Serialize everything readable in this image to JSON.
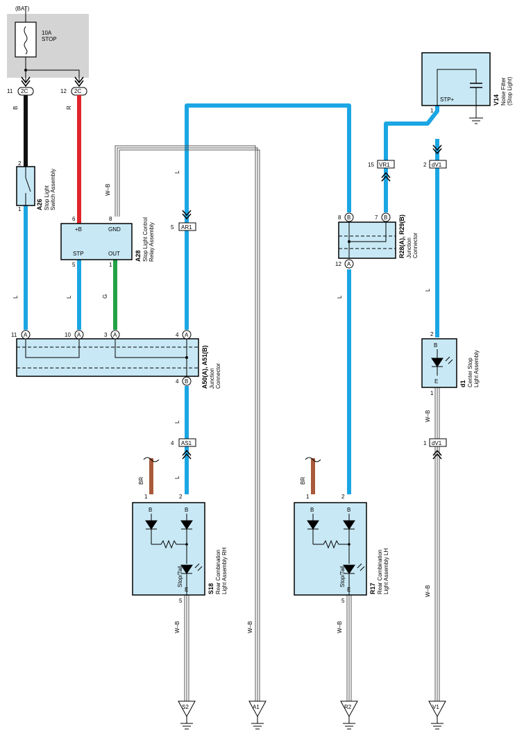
{
  "power": {
    "source": "(BAT)",
    "fuse_rating": "10A",
    "fuse_name": "STOP"
  },
  "wire_colors": {
    "L": "#1ba6e3",
    "B": "#111111",
    "R": "#e0242b",
    "G": "#22a246",
    "BR": "#a85a3a",
    "WB": "#555555",
    "component_fill": "#c8e8f5",
    "fuse_panel": "#d4d4d4"
  },
  "wire_labels": {
    "L": "L",
    "B": "B",
    "R": "R",
    "G": "G",
    "BR": "BR",
    "WB": "W–B"
  },
  "fuse_pins": [
    {
      "num": "11",
      "code": "2C"
    },
    {
      "num": "12",
      "code": "2C"
    }
  ],
  "a26": {
    "id": "A26",
    "name1": "Stop Light",
    "name2": "Switch Assembly",
    "pin_top": "2",
    "pin_bottom": "1"
  },
  "a28": {
    "id": "A28",
    "name1": "Stop Light Control",
    "name2": "Relay Assembly",
    "pin_b": "6",
    "pin_gnd": "8",
    "pin_stp": "5",
    "pin_out": "1",
    "b_label": "+B",
    "gnd_label": "GND",
    "stp_label": "STP",
    "out_label": "OUT"
  },
  "a50": {
    "id": "A50(A), A51(B)",
    "name1": "Junction",
    "name2": "Connector",
    "top_pins": [
      {
        "num": "11",
        "code": "A"
      },
      {
        "num": "10",
        "code": "A"
      },
      {
        "num": "3",
        "code": "A"
      },
      {
        "num": "4",
        "code": "A"
      }
    ],
    "bottom_pin": {
      "num": "4",
      "code": "B"
    }
  },
  "conn_ar1": {
    "num": "5",
    "code": "AR1"
  },
  "conn_as1": {
    "num": "4",
    "code": "AS1"
  },
  "conn_vr1": {
    "num": "15",
    "code": "VR1"
  },
  "conn_dv1_top": {
    "num": "2",
    "code": "dV1"
  },
  "conn_dv1_bottom": {
    "num": "1",
    "code": "dV1"
  },
  "r28": {
    "id": "R28(A), R29(B)",
    "name1": "Junction",
    "name2": "Connector",
    "pins": [
      {
        "num": "8",
        "code": "B"
      },
      {
        "num": "7",
        "code": "B"
      },
      {
        "num": "12",
        "code": "A"
      }
    ]
  },
  "v14": {
    "id": "V14",
    "name1": "Noise Filter",
    "name2": "(Stop Light)",
    "pin": "1",
    "stp_label": "STP+"
  },
  "d1": {
    "id": "d1",
    "name1": "Center Stop",
    "name2": "Light Assembly",
    "pin_top": "2",
    "pin_bottom": "1",
    "b_label": "B",
    "e_label": "E"
  },
  "s18": {
    "id": "S18",
    "name1": "Rear Combination",
    "name2": "Light Assembly RH",
    "pin1": "1",
    "pin2": "2",
    "pin5": "5",
    "b1": "B",
    "b2": "B",
    "lamp_label": "Stop/Tail",
    "e_label": "E"
  },
  "r17": {
    "id": "R17",
    "name1": "Rear Combination",
    "name2": "Light Assembly LH",
    "pin1": "1",
    "pin2": "2",
    "pin5": "5",
    "b1": "B",
    "b2": "B",
    "lamp_label": "Stop/Tail",
    "e_label": "E"
  },
  "grounds": [
    "S2",
    "A1",
    "R2",
    "V1"
  ]
}
